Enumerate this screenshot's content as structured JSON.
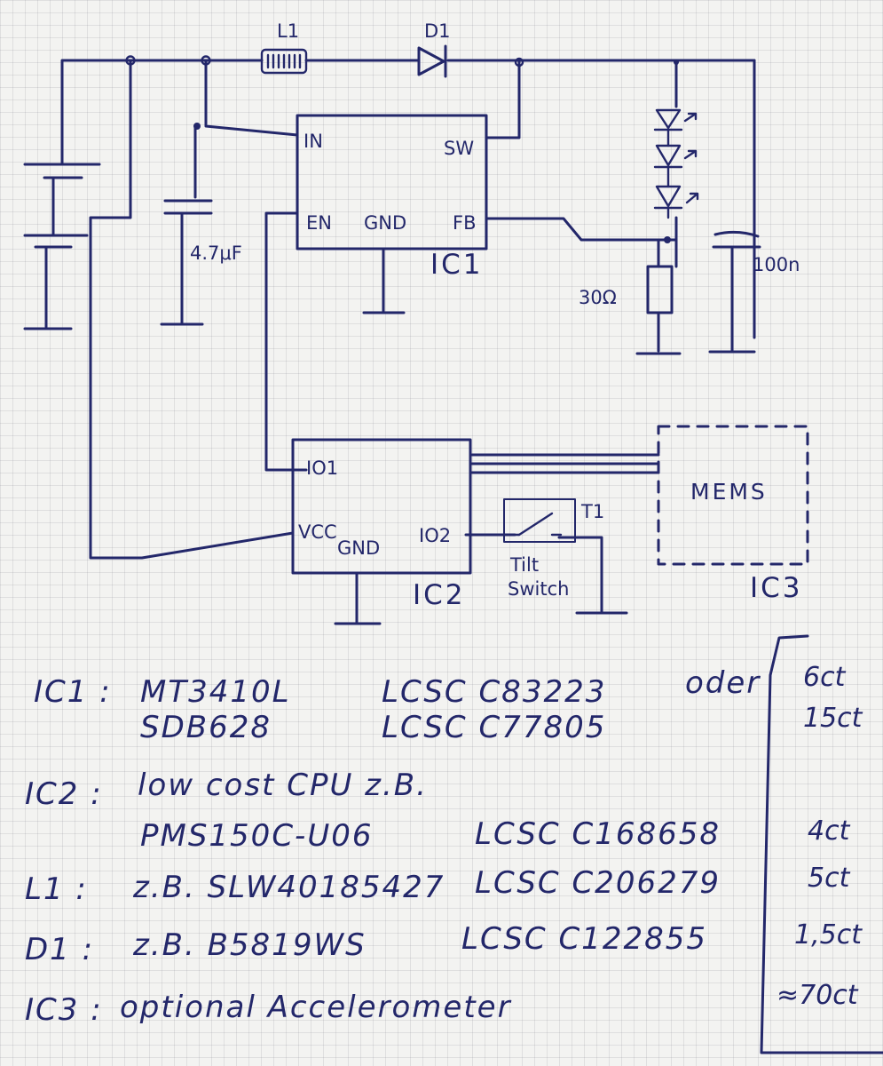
{
  "labels": {
    "l1": "L1",
    "d1": "D1",
    "ic1_in": "IN",
    "ic1_sw": "SW",
    "ic1_en": "EN",
    "ic1_gnd": "GND",
    "ic1_fb": "FB",
    "ic1": "IC1",
    "cap_in": "4.7μF",
    "resistor": "30Ω",
    "cap_out": "100n",
    "ic2_io1": "IO1",
    "ic2_vcc": "VCC",
    "ic2_io2": "IO2",
    "ic2_gnd": "GND",
    "ic2": "IC2",
    "t1": "T1",
    "tilt_switch_1": "Tilt",
    "tilt_switch_2": "Switch",
    "mems": "MEMS",
    "ic3": "IC3"
  },
  "notes": {
    "ic1_label": "IC1 :",
    "ic1_part_a": "MT3410L",
    "ic1_lcsc_a": "LCSC  C83223",
    "ic1_oder": "oder",
    "ic1_part_b": "SDB628",
    "ic1_lcsc_b": "LCSC  C77805",
    "ic2_label": "IC2 :",
    "ic2_desc": "low cost CPU z.B.",
    "ic2_part": "PMS150C-U06",
    "ic2_lcsc": "LCSC  C168658",
    "l1_label": "L1  :",
    "l1_part": "z.B. SLW40185427",
    "l1_lcsc": "LCSC C206279",
    "d1_label": "D1  :",
    "d1_part": "z.B. B5819WS",
    "d1_lcsc": "LCSC  C122855",
    "ic3_label": "IC3 :",
    "ic3_desc": "optional Accelerometer"
  },
  "prices": [
    "6ct",
    "15ct",
    "4ct",
    "5ct",
    "1,5ct",
    "≈70ct"
  ]
}
